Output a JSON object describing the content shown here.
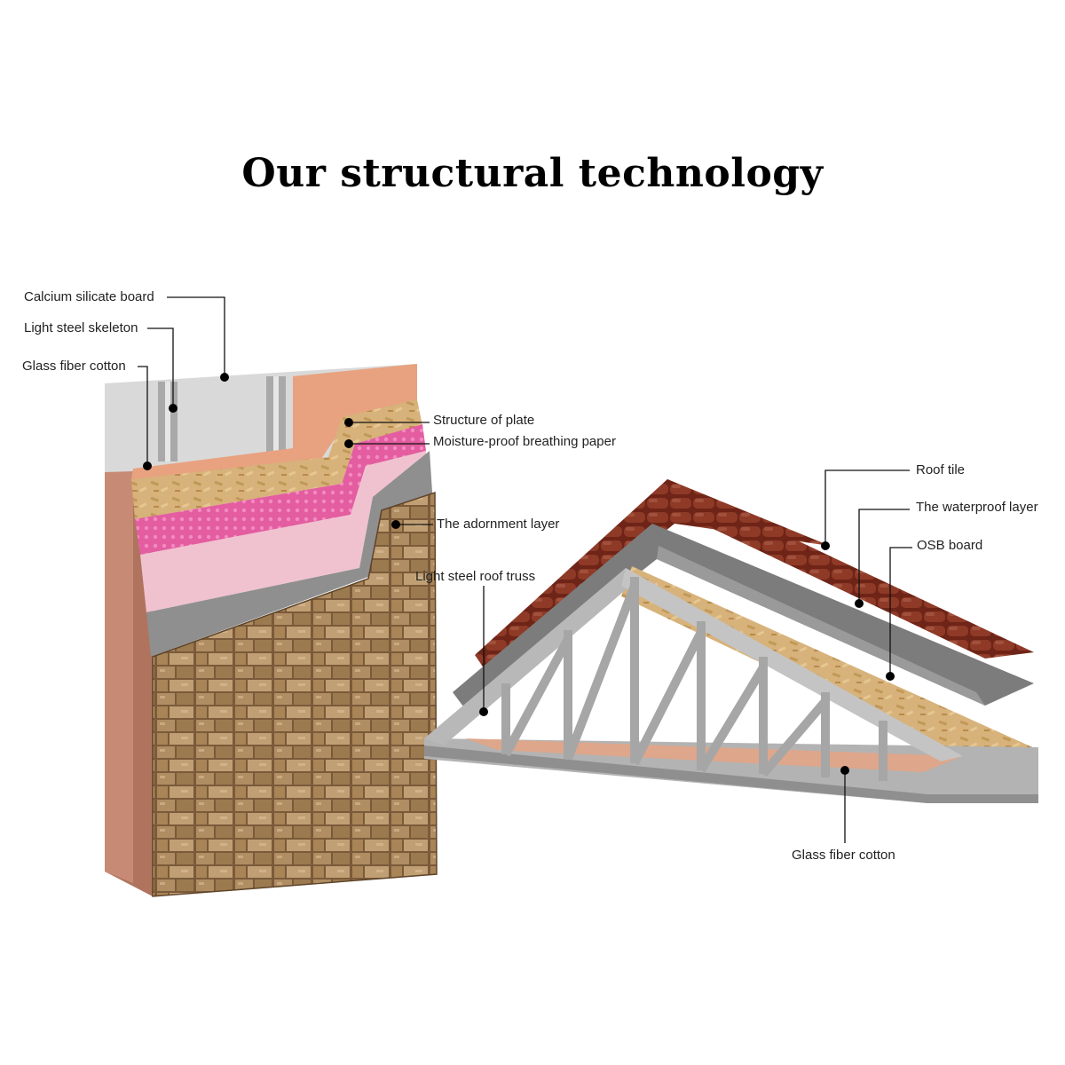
{
  "title": "Our structural technology",
  "wall_labels": {
    "calcium_silicate_board": "Calcium silicate board",
    "light_steel_skeleton": "Light steel skeleton",
    "glass_fiber_cotton": "Glass fiber cotton",
    "structure_of_plate": "Structure of plate",
    "moisture_proof_paper": "Moisture-proof breathing paper",
    "adornment_layer": "The adornment layer"
  },
  "roof_labels": {
    "light_steel_roof_truss": "Light steel roof truss",
    "roof_tile": "Roof tile",
    "waterproof_layer": "The waterproof layer",
    "osb_board": "OSB board",
    "glass_fiber_cotton": "Glass fiber cotton"
  },
  "colors": {
    "steel": "#bdbdbd",
    "insulation": "#e8a27f",
    "osb": "#d7b27a",
    "membrane": "#e0589a",
    "render": "#8f8f8f",
    "stone": "#8a6a45",
    "roof_tile": "#7b2a1c"
  }
}
